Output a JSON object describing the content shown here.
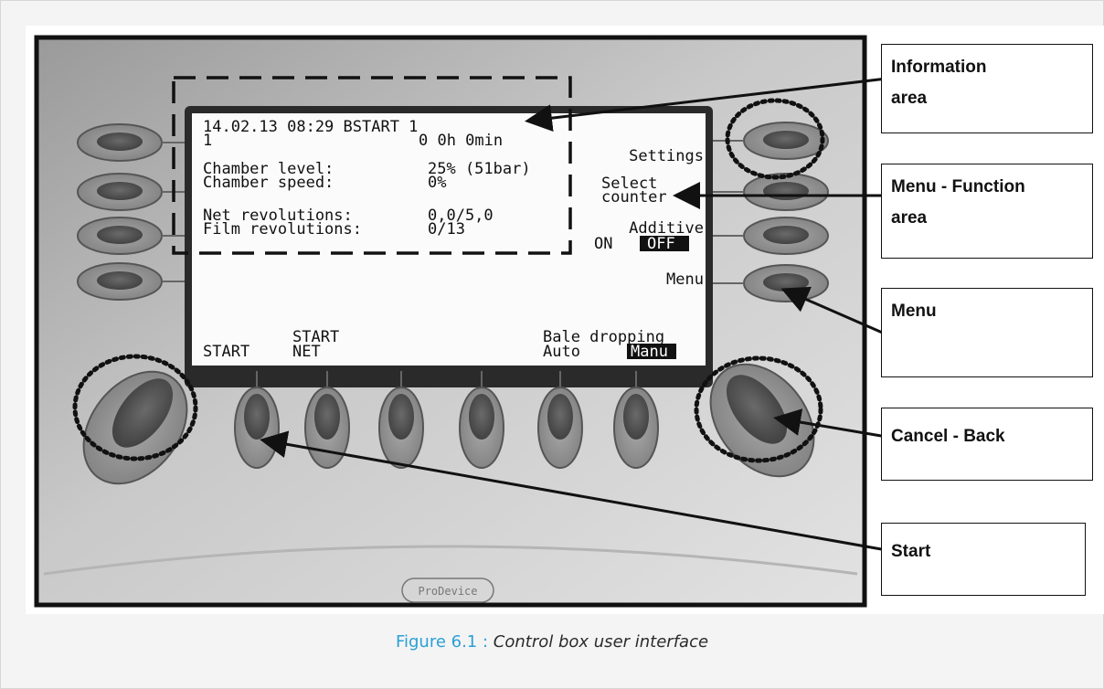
{
  "screen": {
    "line1": "14.02.13 08:29 BSTART 1",
    "line2_left": "1",
    "line2_right": "0 0h 0min",
    "chamber_level_label": "Chamber level:",
    "chamber_level_value": "25% (51bar)",
    "chamber_speed_label": "Chamber speed:",
    "chamber_speed_value": "0%",
    "net_rev_label": "Net revolutions:",
    "net_rev_value": "0,0/5,0",
    "film_rev_label": "Film revolutions:",
    "film_rev_value": "0/13",
    "settings": "Settings",
    "select": "Select",
    "counter": "counter",
    "additive": "Additive",
    "on": "ON",
    "off": "OFF",
    "menu": "Menu",
    "start_top": "START",
    "start": "START",
    "net": "NET",
    "bale_dropping": "Bale dropping",
    "auto": "Auto",
    "manu": "Manu"
  },
  "logo": "ProDevice",
  "callouts": {
    "information_area": "Information\narea",
    "menu_function_area": "Menu - Function\narea",
    "menu": "Menu",
    "cancel_back": "Cancel - Back",
    "start": "Start"
  },
  "caption": {
    "label": "Figure 6.1 : ",
    "text": "Control box user interface"
  }
}
